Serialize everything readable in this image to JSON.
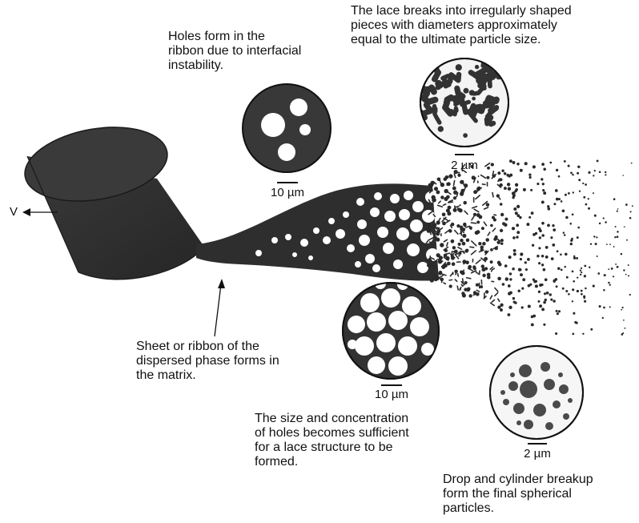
{
  "captions": {
    "holes_form": "Holes form in the\nribbon due to interfacial\ninstability.",
    "lace_breaks": "The lace breaks into irregularly shaped\npieces with diameters approximately\nequal to the ultimate particle size.",
    "sheet_forms": "Sheet or ribbon of the\ndispersed phase forms in\nthe matrix.",
    "holes_concentration": "The size and concentration\nof holes becomes sufficient\nfor a lace structure to be\nformed.",
    "drop_breakup": "Drop and cylinder breakup\nform the final spherical\nparticles."
  },
  "scale_bars": {
    "holes": "10 µm",
    "lace": "2 µm",
    "lace_holes": "10 µm",
    "spheres": "2 µm"
  },
  "velocity_label": "V",
  "colors": {
    "ink": "#2b2b2b",
    "ink_dark": "#1e1e1e",
    "background": "#ffffff"
  }
}
